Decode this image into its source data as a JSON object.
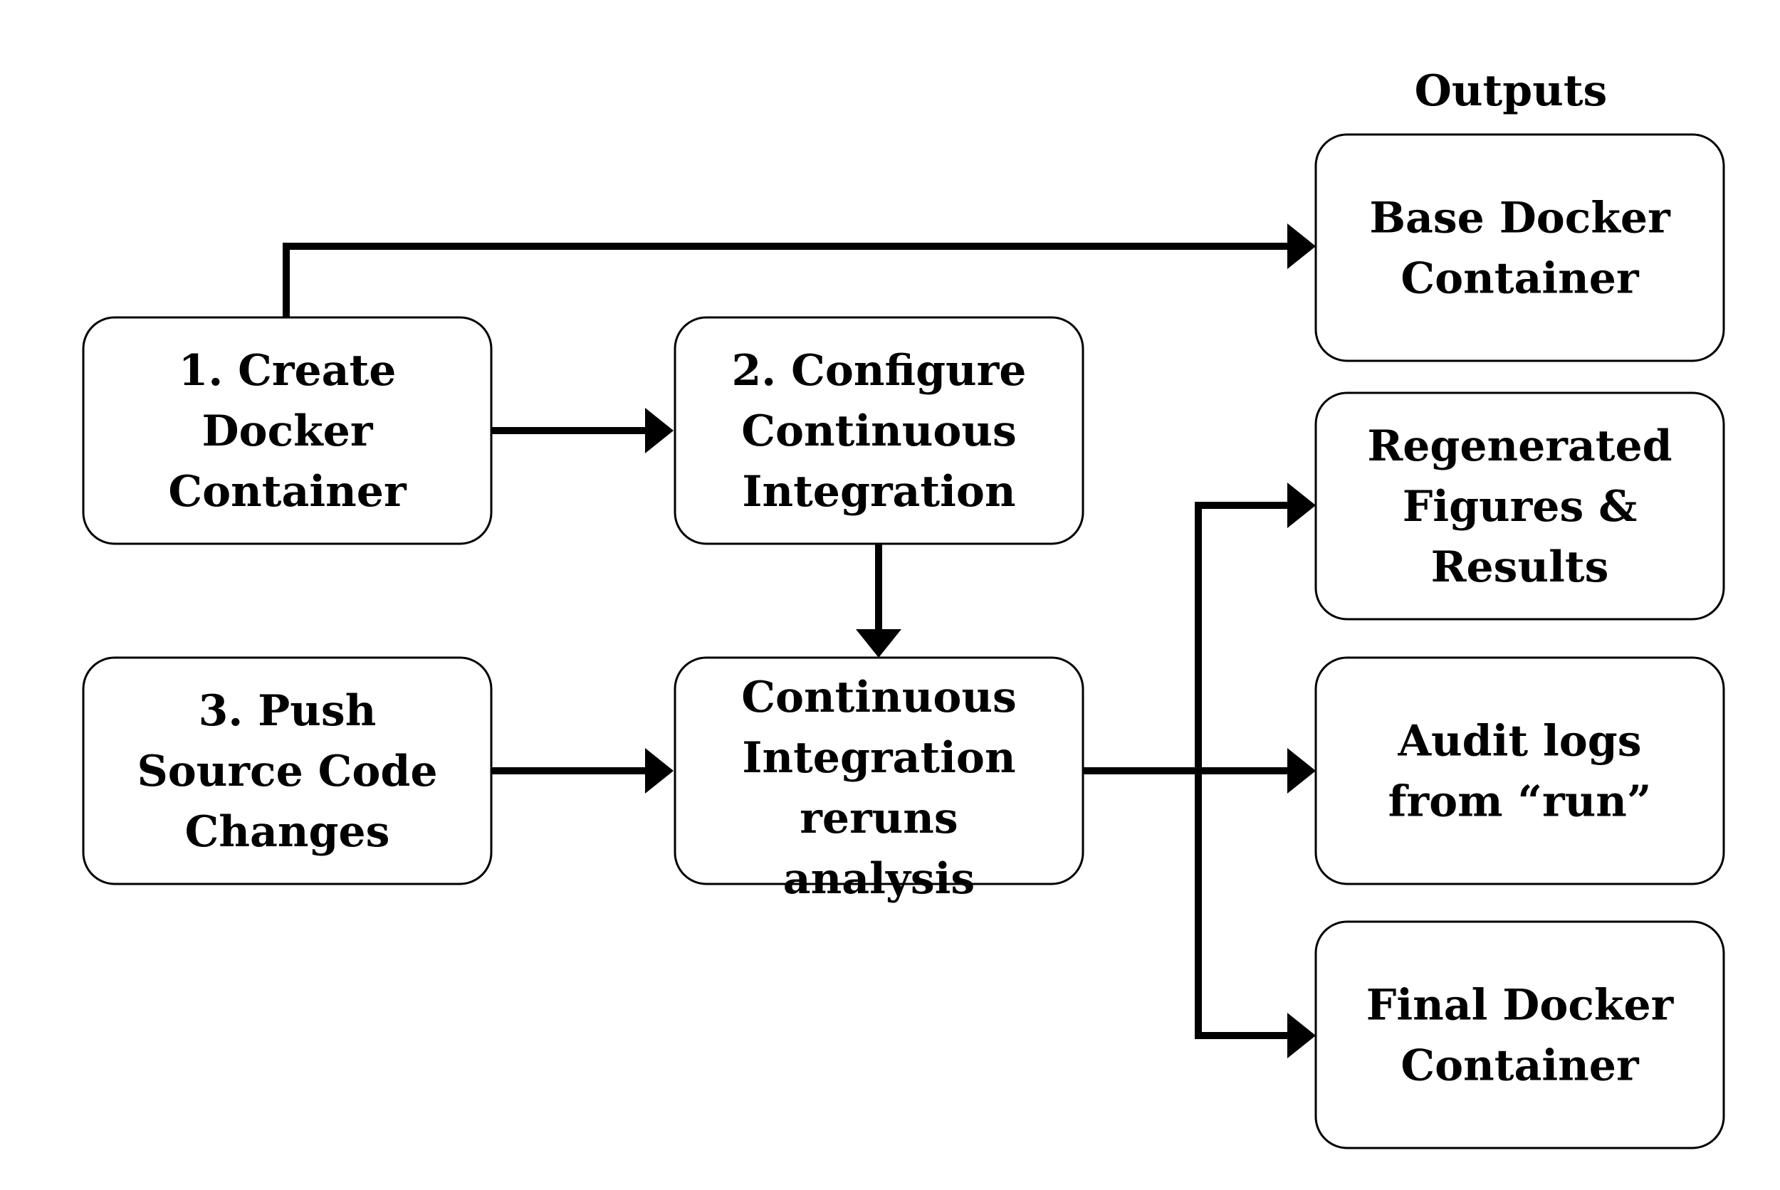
{
  "outputs_heading": "Outputs",
  "nodes": {
    "create": {
      "lines": [
        "1. Create",
        "Docker",
        "Container"
      ]
    },
    "configure": {
      "lines": [
        "2. Configure",
        "Continuous",
        "Integration"
      ]
    },
    "push": {
      "lines": [
        "3. Push",
        "Source Code",
        "Changes"
      ]
    },
    "rerun": {
      "lines": [
        "Continuous",
        "Integration",
        "reruns",
        "analysis"
      ]
    },
    "base_container": {
      "lines": [
        "Base Docker",
        "Container"
      ]
    },
    "regenerated": {
      "lines": [
        "Regenerated",
        "Figures &",
        "Results"
      ]
    },
    "audit_logs": {
      "lines": [
        "Audit logs",
        "from “run”"
      ]
    },
    "final_container": {
      "lines": [
        "Final Docker",
        "Container"
      ]
    }
  },
  "colors": {
    "stroke": "#000000",
    "background": "#ffffff"
  }
}
